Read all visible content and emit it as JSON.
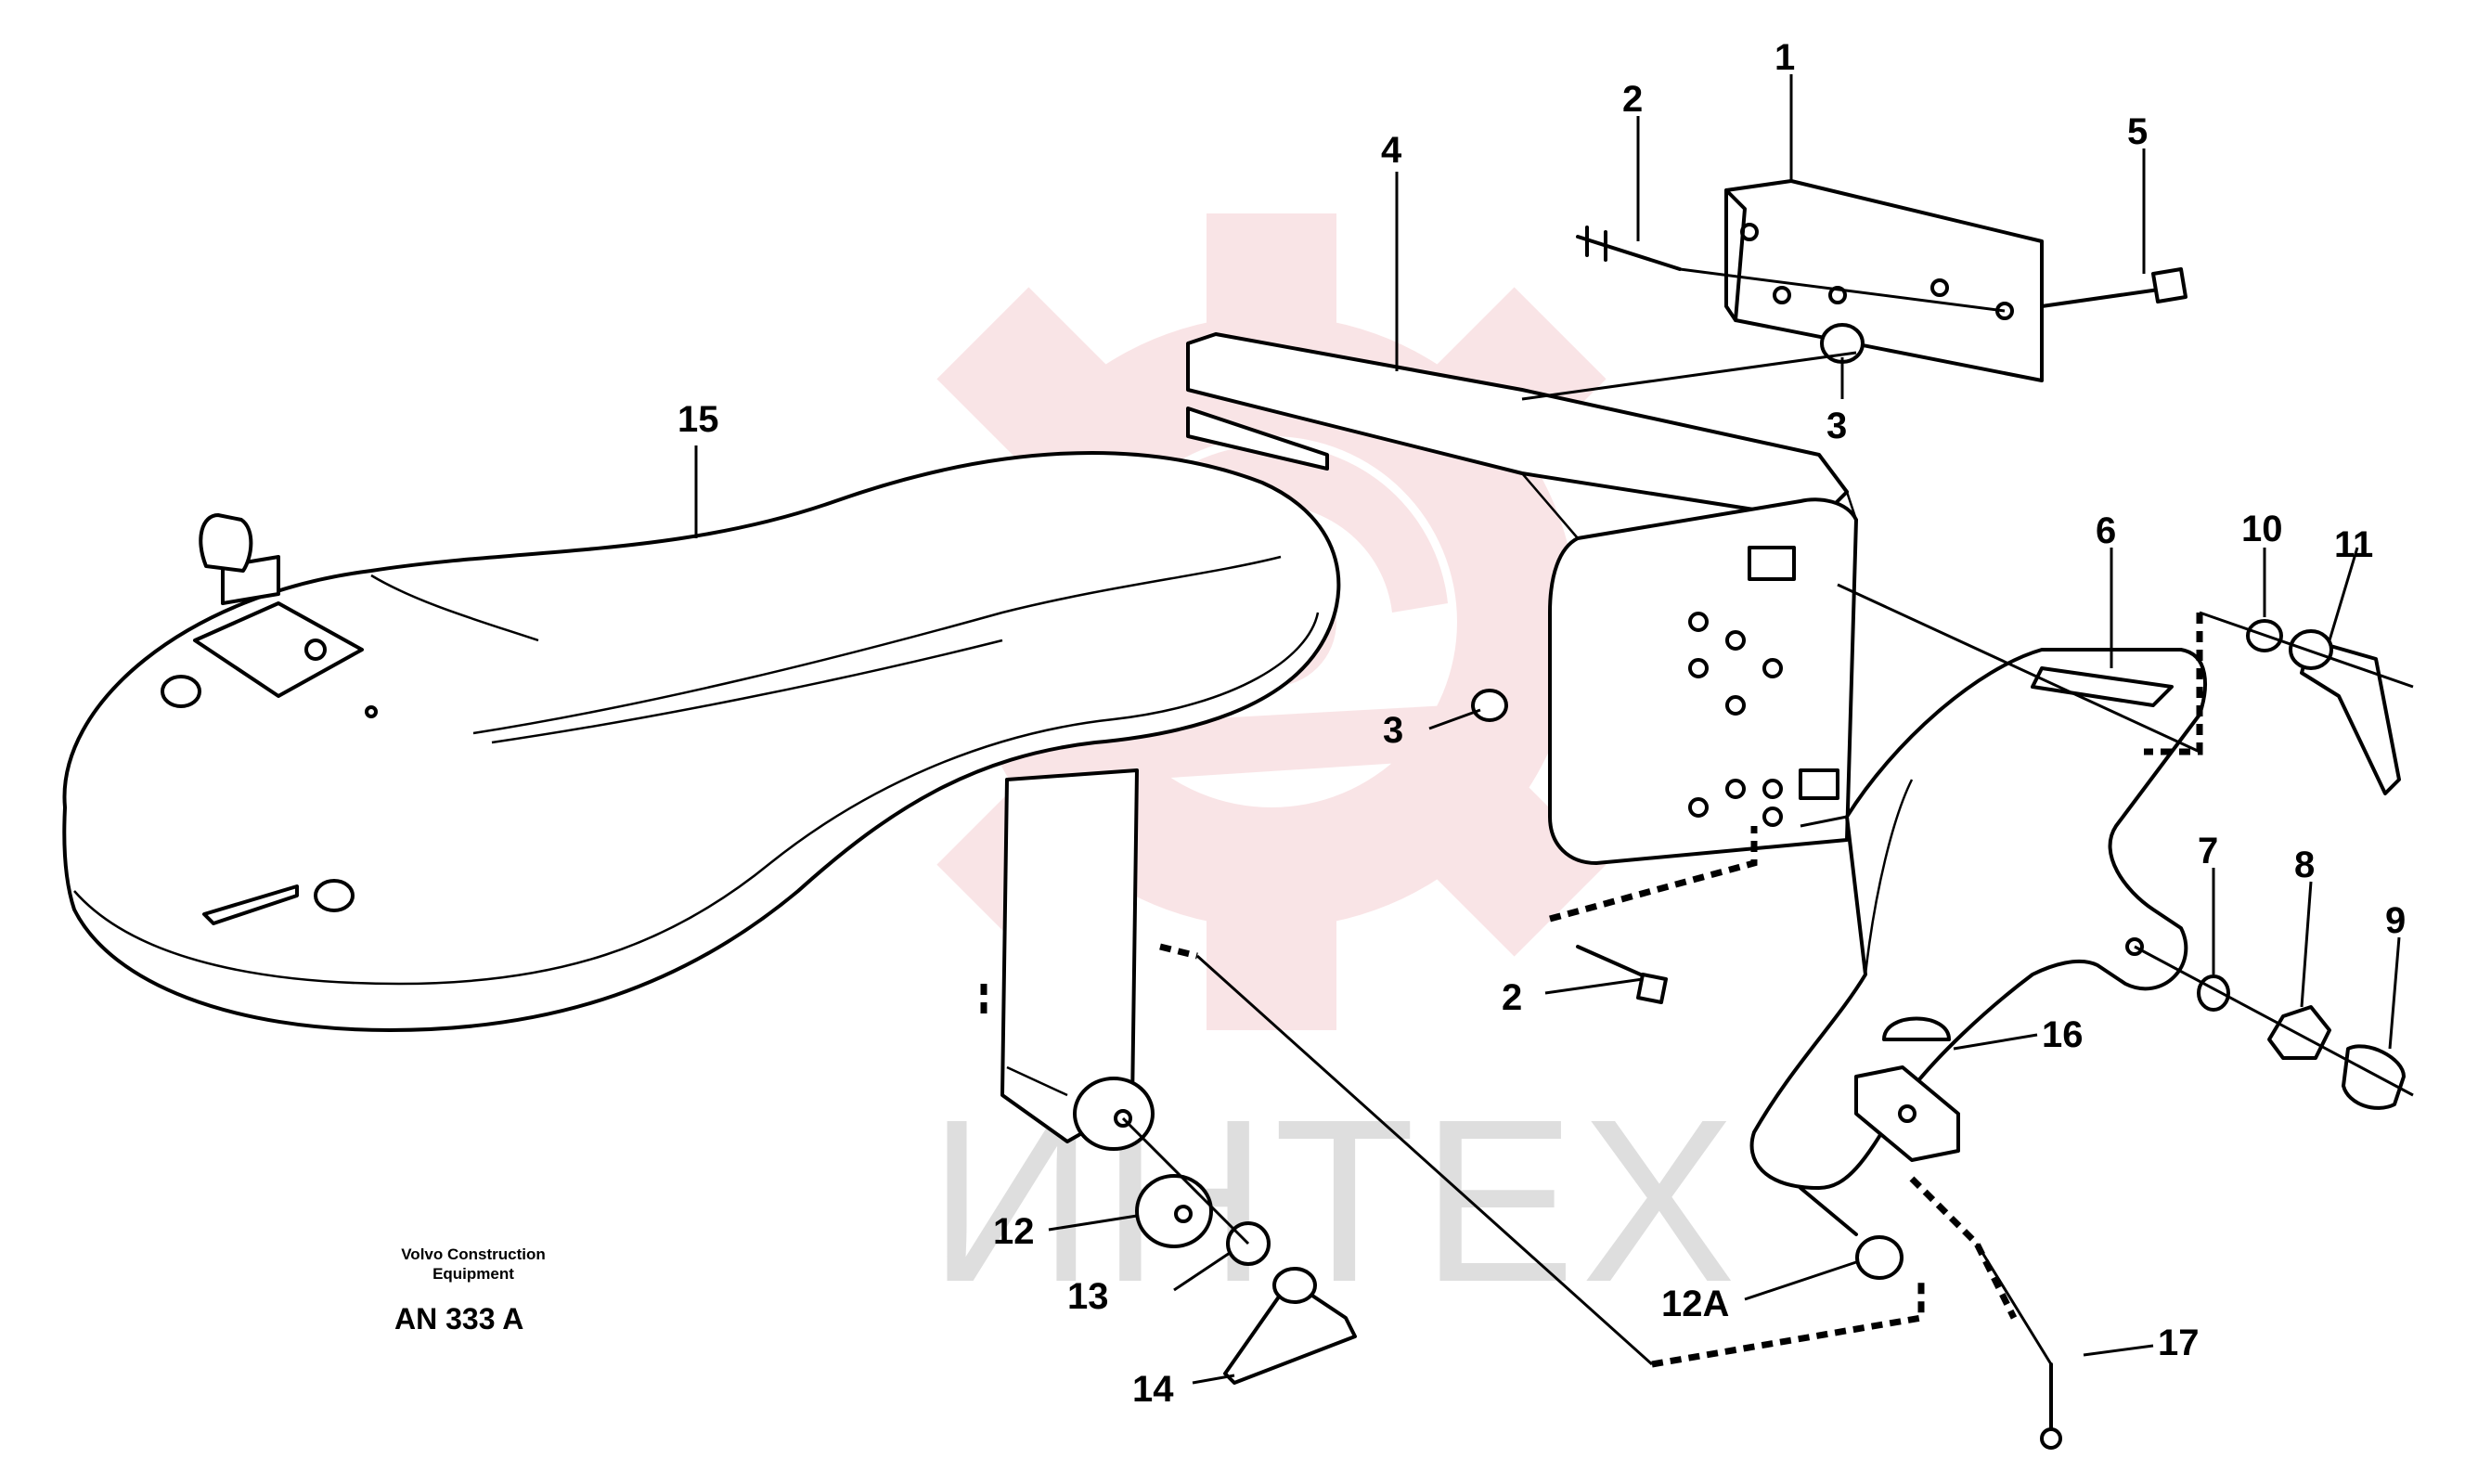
{
  "caption": {
    "maker_line1": "Volvo Construction",
    "maker_line2": "Equipment",
    "drawing_code": "AN 333 A"
  },
  "watermark": {
    "text": "ИНТЕХ",
    "color": "#e8888f"
  },
  "callouts": [
    {
      "id": "1",
      "label": "1"
    },
    {
      "id": "2",
      "label": "2"
    },
    {
      "id": "2b",
      "label": "2"
    },
    {
      "id": "3",
      "label": "3"
    },
    {
      "id": "3b",
      "label": "3"
    },
    {
      "id": "4",
      "label": "4"
    },
    {
      "id": "5",
      "label": "5"
    },
    {
      "id": "6",
      "label": "6"
    },
    {
      "id": "7",
      "label": "7"
    },
    {
      "id": "8",
      "label": "8"
    },
    {
      "id": "9",
      "label": "9"
    },
    {
      "id": "10",
      "label": "10"
    },
    {
      "id": "11",
      "label": "11"
    },
    {
      "id": "12",
      "label": "12"
    },
    {
      "id": "12A",
      "label": "12A"
    },
    {
      "id": "13",
      "label": "13"
    },
    {
      "id": "14",
      "label": "14"
    },
    {
      "id": "15",
      "label": "15"
    },
    {
      "id": "16",
      "label": "16"
    },
    {
      "id": "17",
      "label": "17"
    }
  ]
}
